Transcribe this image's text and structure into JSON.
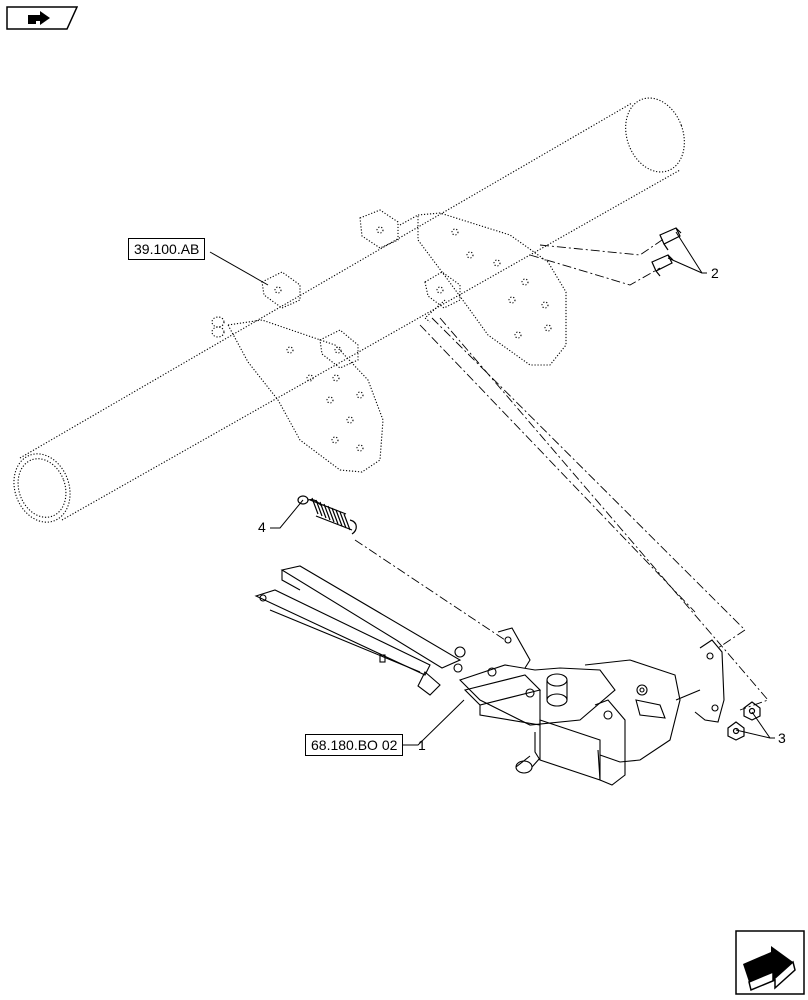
{
  "diagram": {
    "references": [
      {
        "id": "ref-top",
        "label": "39.100.AB"
      },
      {
        "id": "ref-bottom",
        "label": "68.180.BO 02"
      }
    ],
    "callouts": [
      "1",
      "2",
      "3",
      "4"
    ]
  },
  "icons": {
    "top_left": "previous-page-arrow-icon",
    "bottom_right": "next-page-arrow-icon"
  },
  "colors": {
    "line": "#000000",
    "background": "#ffffff"
  }
}
